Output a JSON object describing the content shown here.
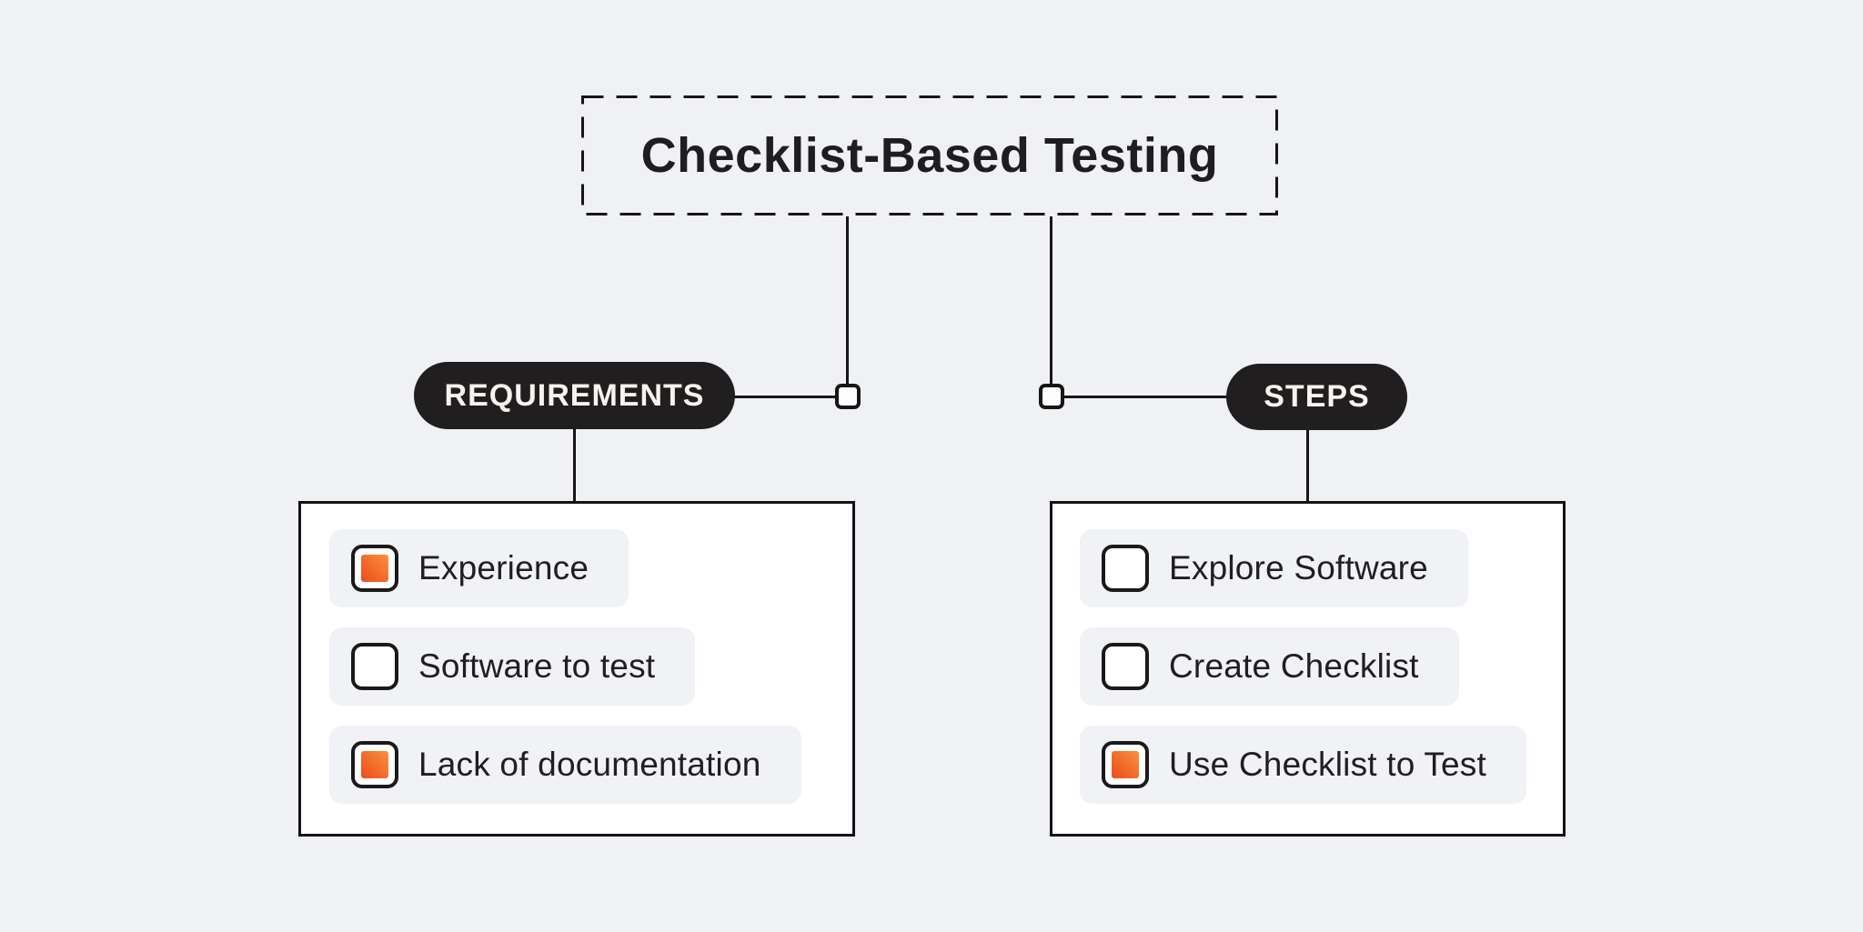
{
  "title": {
    "label": "Checklist-Based Testing"
  },
  "branches": [
    {
      "id": "requirements",
      "label": "REQUIREMENTS",
      "items": [
        {
          "label": "Experience",
          "checked": true
        },
        {
          "label": "Software to test",
          "checked": false
        },
        {
          "label": "Lack of documentation",
          "checked": true
        }
      ]
    },
    {
      "id": "steps",
      "label": "STEPS",
      "items": [
        {
          "label": "Explore Software",
          "checked": false
        },
        {
          "label": "Create Checklist",
          "checked": false
        },
        {
          "label": "Use Checklist to Test",
          "checked": true
        }
      ]
    }
  ],
  "colors": {
    "page_background": "#f0f1f5",
    "card_background": "#ffffff",
    "row_background": "#f0f2f6",
    "ink": "#171515",
    "pill_background": "#211e1f",
    "pill_text": "#f8f3ef",
    "accent_orange_light": "#f8913e",
    "accent_orange_dark": "#ed4b1c"
  }
}
